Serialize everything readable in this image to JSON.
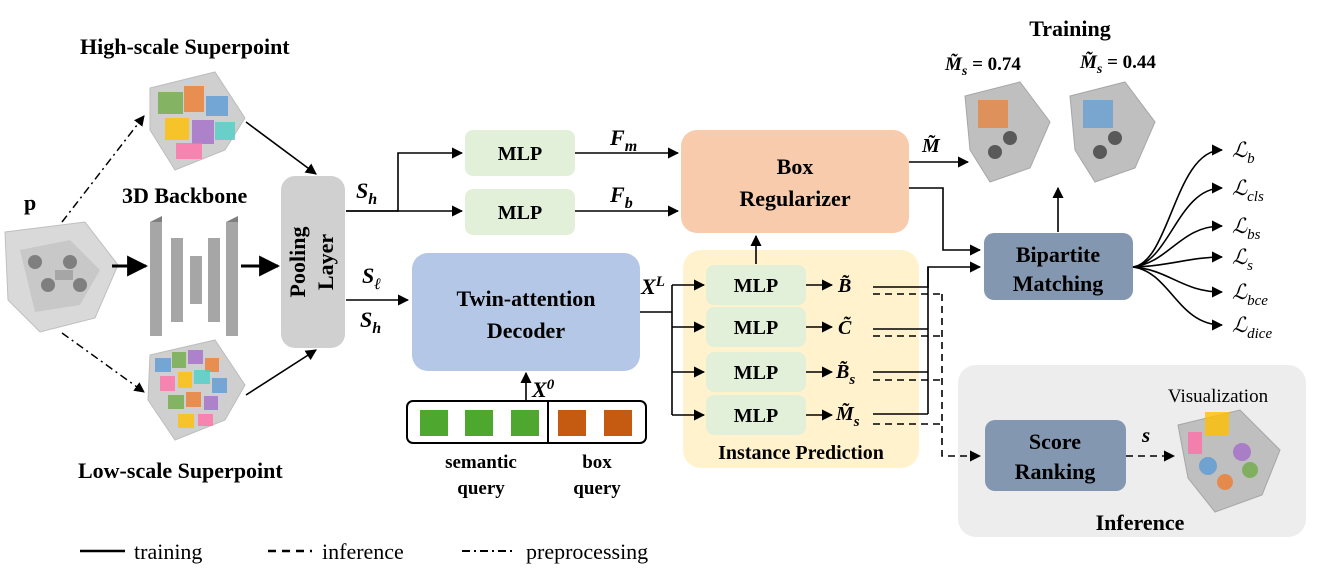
{
  "labels": {
    "high_scale": "High-scale Superpoint",
    "low_scale": "Low-scale Superpoint",
    "input_p": "p",
    "backbone": "3D Backbone",
    "pooling_line1": "Pooling",
    "pooling_line2": "Layer",
    "training_title": "Training",
    "inference_title": "Inference",
    "visualization": "Visualization",
    "instance_prediction": "Instance Prediction",
    "semantic_query_line1": "semantic",
    "semantic_query_line2": "query",
    "box_query_line1": "box",
    "box_query_line2": "query"
  },
  "blocks": {
    "mlp": "MLP",
    "box_regularizer_line1": "Box",
    "box_regularizer_line2": "Regularizer",
    "decoder_line1": "Twin-attention",
    "decoder_line2": "Decoder",
    "bipartite_line1": "Bipartite",
    "bipartite_line2": "Matching",
    "score_line1": "Score",
    "score_line2": "Ranking"
  },
  "symbols": {
    "s_h": "S",
    "s_h_sub": "h",
    "s_l": "S",
    "s_l_sub": "ℓ",
    "f_m": "F",
    "f_m_sub": "m",
    "f_b": "F",
    "f_b_sub": "b",
    "x_l": "X",
    "x_l_sup": "L",
    "x_0": "X",
    "x_0_sup": "0",
    "m_tilde": "M̃",
    "b_tilde": "B̃",
    "c_tilde": "C̃",
    "bs_tilde": "B̃",
    "bs_sub": "s",
    "ms_tilde": "M̃",
    "ms_sub": "s",
    "score_s": "s",
    "ms_074": "M̃",
    "ms_074_sub": "s",
    "ms_074_value": " = 0.74",
    "ms_044": "M̃",
    "ms_044_sub": "s",
    "ms_044_value": " = 0.44"
  },
  "losses": [
    {
      "main": "ℒ",
      "sub": "b"
    },
    {
      "main": "ℒ",
      "sub": "cls"
    },
    {
      "main": "ℒ",
      "sub": "bs"
    },
    {
      "main": "ℒ",
      "sub": "s"
    },
    {
      "main": "ℒ",
      "sub": "bce"
    },
    {
      "main": "ℒ",
      "sub": "dice"
    }
  ],
  "legend": {
    "training": "training",
    "inference": "inference",
    "preprocessing": "preprocessing"
  },
  "colors": {
    "mlp_fill": "#e2efd9",
    "box_regularizer_fill": "#f8cbad",
    "decoder_fill": "#b4c7e7",
    "instance_panel_fill": "#fff2cc",
    "matching_fill": "#8497b0",
    "inference_panel_fill": "#ededed",
    "pooling_fill": "#d0d0d0",
    "semantic_query": "#4ea72e",
    "box_query": "#c55a11",
    "backbone_gray": "#a6a6a6"
  }
}
